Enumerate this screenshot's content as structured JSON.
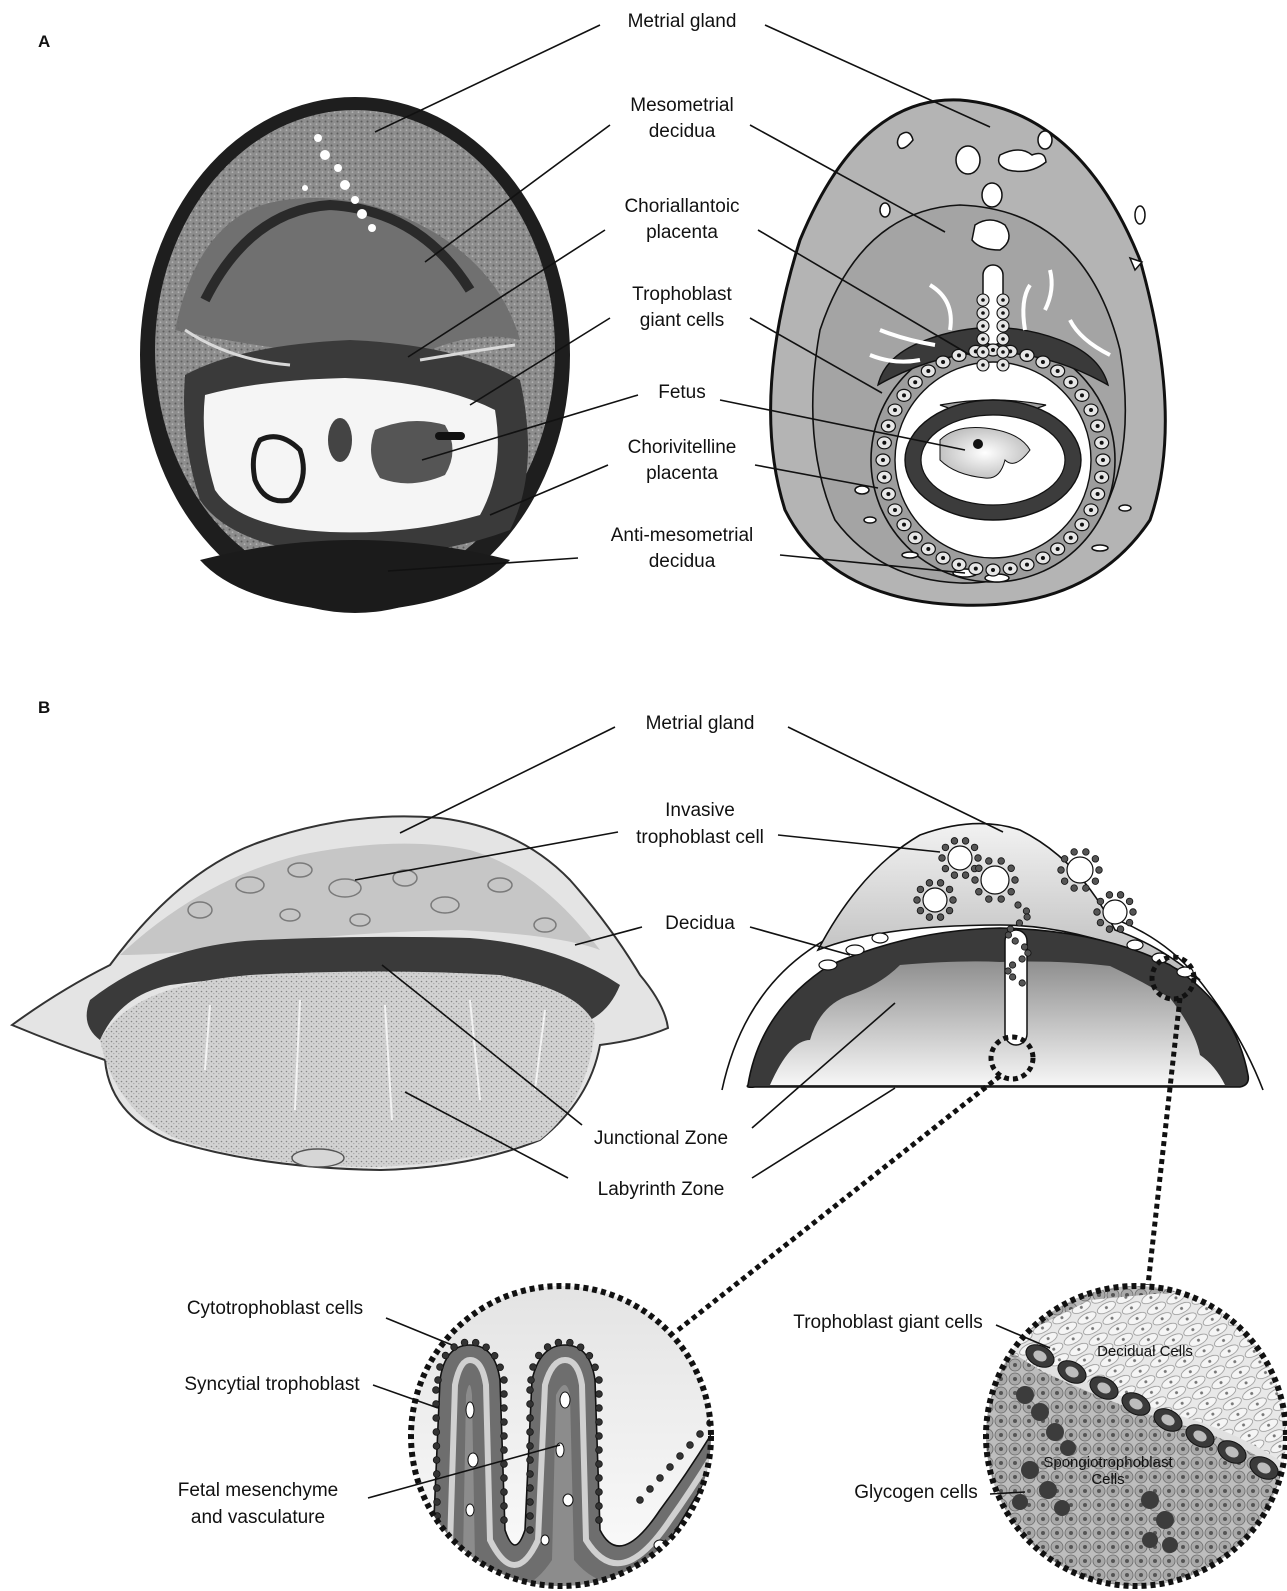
{
  "panels": {
    "a": "A",
    "b": "B"
  },
  "panel_a": {
    "labels": {
      "metrial_gland": "Metrial gland",
      "mesometrial_decidua_1": "Mesometrial",
      "mesometrial_decidua_2": "decidua",
      "chorioallantoic_1": "Choriallantoic",
      "chorioallantoic_2": "placenta",
      "giant_cells_1": "Trophoblast",
      "giant_cells_2": "giant cells",
      "fetus": "Fetus",
      "chorivitelline_1": "Chorivitelline",
      "chorivitelline_2": "placenta",
      "anti_mesometrial_1": "Anti-mesometrial",
      "anti_mesometrial_2": "decidua"
    }
  },
  "panel_b": {
    "labels": {
      "metrial_gland": "Metrial gland",
      "invasive_1": "Invasive",
      "invasive_2": "trophoblast cell",
      "decidua": "Decidua",
      "junctional_zone": "Junctional Zone",
      "labyrinth_zone": "Labyrinth Zone"
    },
    "left_inset": {
      "cytotrophoblast": "Cytotrophoblast cells",
      "syncytial": "Syncytial trophoblast",
      "fetal_1": "Fetal mesenchyme",
      "fetal_2": "and vasculature"
    },
    "right_inset": {
      "giant_cells": "Trophoblast giant cells",
      "decidual_cells": "Decidual Cells",
      "spongio_1": "Spongiotrophoblast",
      "spongio_2": "Cells",
      "glycogen": "Glycogen cells"
    }
  }
}
